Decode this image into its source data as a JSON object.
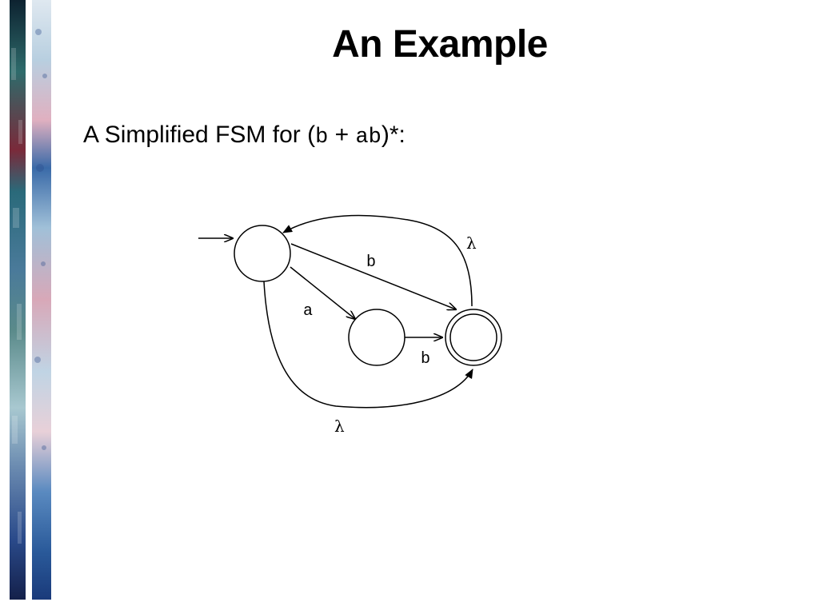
{
  "slide": {
    "title": "An Example",
    "subtitle_prefix": "A Simplified FSM for (",
    "subtitle_b": "b",
    "subtitle_plus": " + ",
    "subtitle_ab": "ab",
    "subtitle_suffix": ")*:"
  },
  "diagram": {
    "states": [
      {
        "id": "s0",
        "start": true,
        "accepting": false
      },
      {
        "id": "s1",
        "start": false,
        "accepting": false
      },
      {
        "id": "s2",
        "start": false,
        "accepting": true
      }
    ],
    "transitions": [
      {
        "from": "s0",
        "to": "s2",
        "label": "b"
      },
      {
        "from": "s0",
        "to": "s1",
        "label": "a"
      },
      {
        "from": "s1",
        "to": "s2",
        "label": "b"
      },
      {
        "from": "s2",
        "to": "s0",
        "label": "λ"
      },
      {
        "from": "s0",
        "to": "s2",
        "label": "λ"
      }
    ]
  },
  "decoration": {
    "left_strip_colors": [
      "#1a3a4a",
      "#2e6b6b",
      "#7a2a3a",
      "#3a5a8a",
      "#6aa0a0",
      "#a0c8d0",
      "#2a4a7a",
      "#1a2a5a"
    ],
    "right_strip_colors": [
      "#c8d8e8",
      "#e8a0b0",
      "#4a7ab0",
      "#a0c0e0",
      "#f0d0d8",
      "#5a8ac0",
      "#2a5a9a",
      "#1a3a7a"
    ]
  }
}
